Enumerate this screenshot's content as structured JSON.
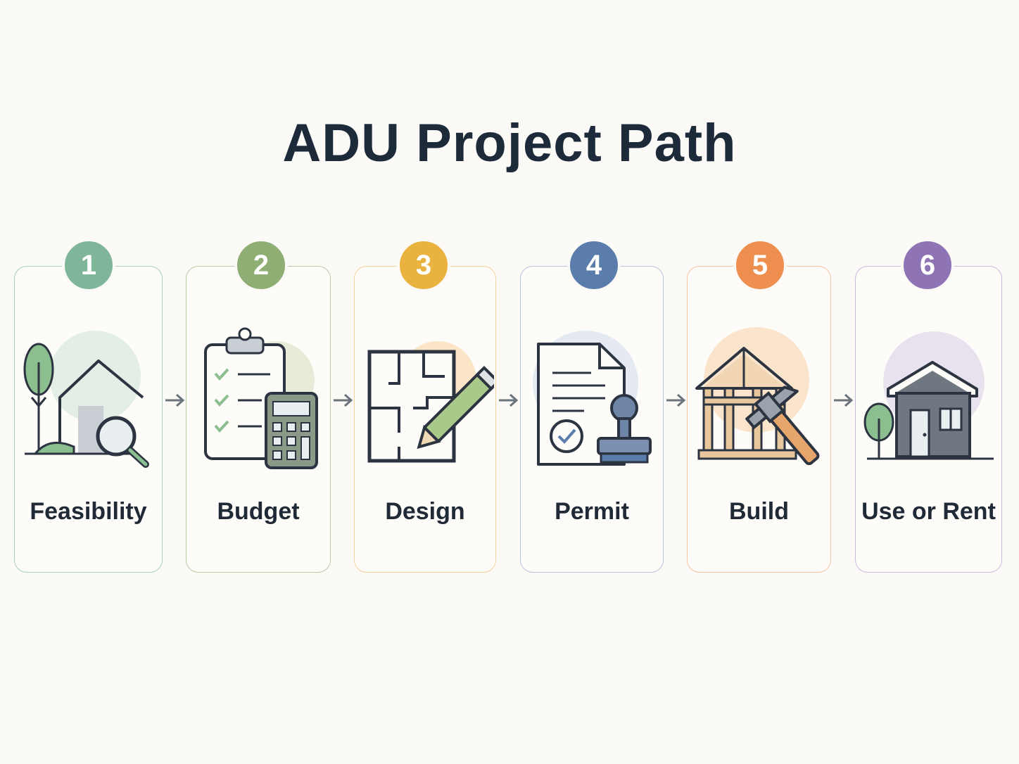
{
  "title": "ADU Project Path",
  "steps": [
    {
      "number": "1",
      "label": "Feasibility",
      "color": "#7fb69a",
      "border": "#a9cfbb",
      "icon": "house-magnifier-icon"
    },
    {
      "number": "2",
      "label": "Budget",
      "color": "#8fae74",
      "border": "#b7cca6",
      "icon": "clipboard-calculator-icon"
    },
    {
      "number": "3",
      "label": "Design",
      "color": "#eab23e",
      "border": "#f1d39a",
      "icon": "floorplan-pencil-icon"
    },
    {
      "number": "4",
      "label": "Permit",
      "color": "#5b7dac",
      "border": "#b5c4dc",
      "icon": "document-stamp-icon"
    },
    {
      "number": "5",
      "label": "Build",
      "color": "#ee8f4f",
      "border": "#f3c4a2",
      "icon": "frame-hammer-icon"
    },
    {
      "number": "6",
      "label": "Use or Rent",
      "color": "#8f74b5",
      "border": "#c9bbdc",
      "icon": "finished-house-icon"
    }
  ]
}
